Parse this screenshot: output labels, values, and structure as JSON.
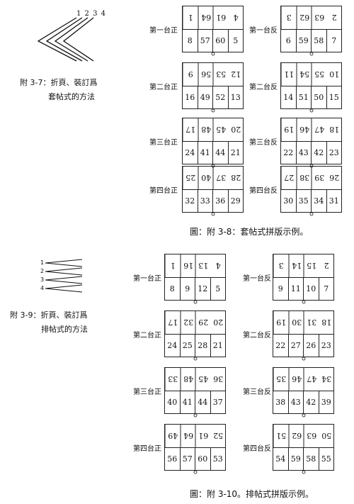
{
  "fig37": {
    "numbers": "1 2 3 4",
    "line1": "附 3-7：折頁、裝訂爲",
    "line2": "套帖式的方法"
  },
  "fig38": {
    "caption": "圖：附 3-8：套帖式拼版示例。",
    "sheets": [
      {
        "label": "第一台正",
        "top": [
          "1",
          "64",
          "61",
          "4"
        ],
        "bottom": [
          "8",
          "57",
          "60",
          "5"
        ]
      },
      {
        "label": "第一台反",
        "top": [
          "3",
          "62",
          "63",
          "2"
        ],
        "bottom": [
          "6",
          "59",
          "58",
          "7"
        ]
      },
      {
        "label": "第二台正",
        "top": [
          "9",
          "56",
          "53",
          "12"
        ],
        "bottom": [
          "16",
          "49",
          "52",
          "13"
        ]
      },
      {
        "label": "第二台反",
        "top": [
          "11",
          "54",
          "55",
          "10"
        ],
        "bottom": [
          "14",
          "51",
          "50",
          "15"
        ]
      },
      {
        "label": "第三台正",
        "top": [
          "17",
          "48",
          "45",
          "20"
        ],
        "bottom": [
          "24",
          "41",
          "44",
          "21"
        ]
      },
      {
        "label": "第三台反",
        "top": [
          "19",
          "46",
          "47",
          "18"
        ],
        "bottom": [
          "22",
          "43",
          "42",
          "23"
        ]
      },
      {
        "label": "第四台正",
        "top": [
          "25",
          "40",
          "37",
          "28"
        ],
        "bottom": [
          "32",
          "33",
          "36",
          "29"
        ]
      },
      {
        "label": "第四台反",
        "top": [
          "27",
          "38",
          "39",
          "26"
        ],
        "bottom": [
          "30",
          "35",
          "34",
          "31"
        ]
      }
    ]
  },
  "fig39": {
    "numbers": [
      "1",
      "2",
      "3",
      "4"
    ],
    "line1": "附 3-9：折頁、裝訂爲",
    "line2": "排帖式的方法"
  },
  "fig310": {
    "caption": "圖：附 3-10。排帖式拼版示例。",
    "sheets": [
      {
        "label": "第一台正",
        "top": [
          "1",
          "16",
          "13",
          "4"
        ],
        "bottom": [
          "8",
          "9",
          "12",
          "5"
        ]
      },
      {
        "label": "第一台反",
        "top": [
          "3",
          "14",
          "15",
          "2"
        ],
        "bottom": [
          "9",
          "11",
          "10",
          "7"
        ]
      },
      {
        "label": "第二台正",
        "top": [
          "17",
          "32",
          "29",
          "20"
        ],
        "bottom": [
          "24",
          "25",
          "28",
          "21"
        ]
      },
      {
        "label": "第二台反",
        "top": [
          "19",
          "30",
          "31",
          "18"
        ],
        "bottom": [
          "22",
          "27",
          "26",
          "23"
        ]
      },
      {
        "label": "第三台正",
        "top": [
          "33",
          "48",
          "45",
          "36"
        ],
        "bottom": [
          "40",
          "41",
          "44",
          "37"
        ]
      },
      {
        "label": "第三台反",
        "top": [
          "35",
          "46",
          "47",
          "34"
        ],
        "bottom": [
          "38",
          "43",
          "42",
          "39"
        ]
      },
      {
        "label": "第四台正",
        "top": [
          "49",
          "64",
          "61",
          "52"
        ],
        "bottom": [
          "56",
          "57",
          "60",
          "53"
        ]
      },
      {
        "label": "第四台反",
        "top": [
          "51",
          "62",
          "63",
          "50"
        ],
        "bottom": [
          "54",
          "59",
          "58",
          "55"
        ]
      }
    ]
  }
}
